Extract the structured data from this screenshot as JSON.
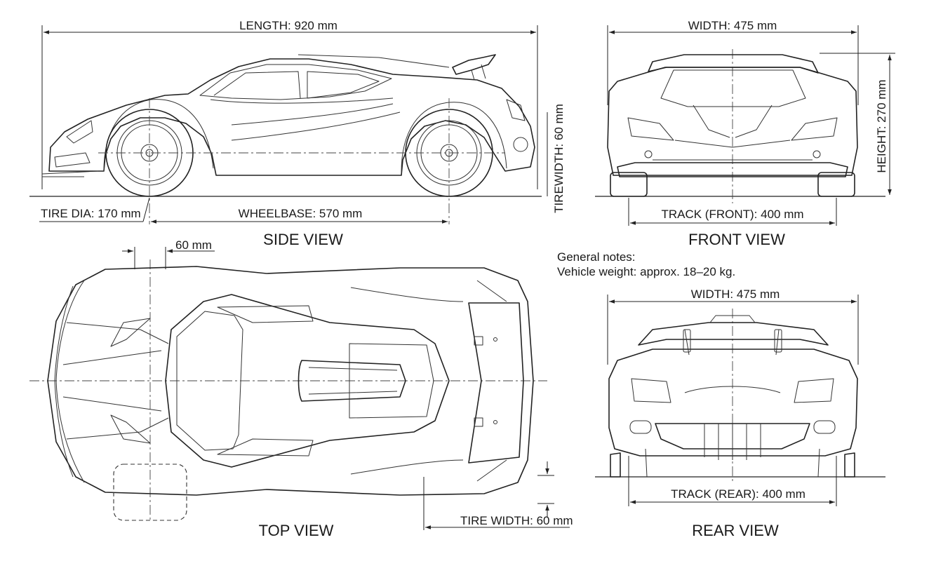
{
  "views": {
    "side": "SIDE VIEW",
    "front": "FRONT VIEW",
    "top": "TOP VIEW",
    "rear": "REAR VIEW"
  },
  "dimensions": {
    "length": "LENGTH: 920 mm",
    "width_front": "WIDTH: 475 mm",
    "height": "HEIGHT: 270 mm",
    "tirewidth_side": "TIREWIDTH: 60 mm",
    "tire_dia": "TIRE DIA: 170 mm",
    "wheelbase": "WHEELBASE: 570 mm",
    "track_front": "TRACK (FRONT): 400 mm",
    "top_60": "60 mm",
    "width_rear": "WIDTH: 475 mm",
    "tire_width_top": "TIRE WIDTH: 60 mm",
    "track_rear": "TRACK (REAR): 400 mm"
  },
  "notes": {
    "heading": "General notes:",
    "weight": "Vehicle weight: approx. 18–20 kg."
  }
}
